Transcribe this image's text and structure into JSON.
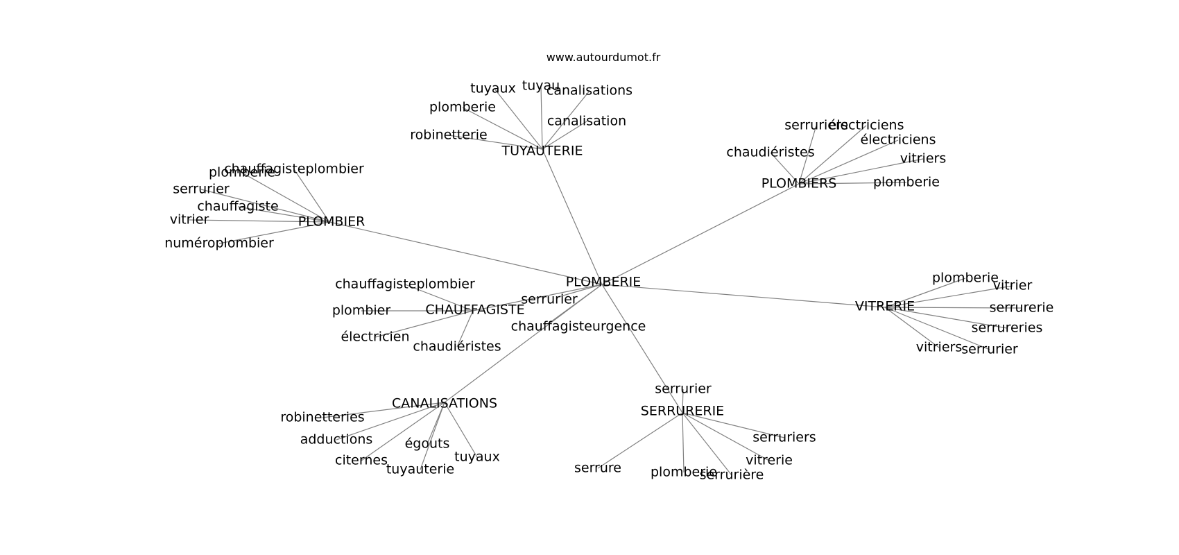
{
  "title": "www.autourdumot.fr",
  "colors": {
    "edge": "#808080",
    "text": "#000000",
    "background": "#ffffff"
  },
  "hubs": [
    {
      "id": "PLOMBERIE",
      "label": "PLOMBERIE",
      "children": [
        "TUYAUTERIE",
        "PLOMBIERS",
        "PLOMBIER",
        "VITRERIE",
        "CHAUFFAGISTE",
        "CANALISATIONS",
        "SERRURERIE",
        "serrurier",
        "chauffagisteurgence"
      ]
    },
    {
      "id": "TUYAUTERIE",
      "label": "TUYAUTERIE",
      "children": [
        "tuyaux",
        "tuyau",
        "canalisations",
        "plomberie",
        "canalisation",
        "robinetterie"
      ]
    },
    {
      "id": "PLOMBIERS",
      "label": "PLOMBIERS",
      "children": [
        "serruriers",
        "électriciens",
        "électriciens",
        "chaudiéristes",
        "vitriers",
        "plomberie"
      ]
    },
    {
      "id": "PLOMBIER",
      "label": "PLOMBIER",
      "children": [
        "chauffagisteplombier",
        "plomberie",
        "serrurier",
        "chauffagiste",
        "vitrier",
        "numéroplombier"
      ]
    },
    {
      "id": "VITRERIE",
      "label": "VITRERIE",
      "children": [
        "plomberie",
        "vitrier",
        "serrurerie",
        "serrureries",
        "vitriers",
        "serrurier"
      ]
    },
    {
      "id": "CHAUFFAGISTE",
      "label": "CHAUFFAGISTE",
      "children": [
        "chauffagisteplombier",
        "plombier",
        "électricien",
        "chaudiéristes"
      ]
    },
    {
      "id": "CANALISATIONS",
      "label": "CANALISATIONS",
      "children": [
        "robinetteries",
        "adductions",
        "égouts",
        "citernes",
        "tuyaux",
        "tuyauterie"
      ]
    },
    {
      "id": "SERRURERIE",
      "label": "SERRURERIE",
      "children": [
        "serrurier",
        "serruriers",
        "vitrerie",
        "serrure",
        "plomberie",
        "serrurière"
      ]
    }
  ]
}
